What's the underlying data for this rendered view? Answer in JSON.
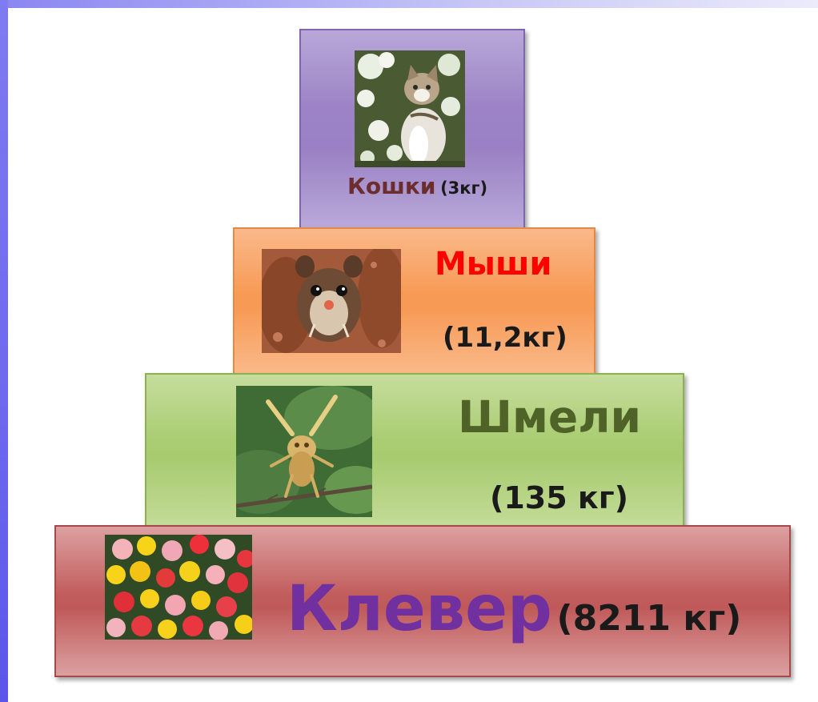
{
  "levels": [
    {
      "name": "Кошки",
      "mass": "(3кг)"
    },
    {
      "name": "Мыши",
      "mass": "(11,2кг)"
    },
    {
      "name": "Шмели",
      "mass": "(135 кг)"
    },
    {
      "name": "Клевер",
      "mass": "(8211 кг)"
    }
  ],
  "colors": {
    "cats_block": "#9c82c6",
    "mice_block": "#f79a55",
    "bees_block": "#a9cc71",
    "clover_block": "#c25d5d",
    "cats_label": "#6b2d2d",
    "mice_label": "#ff0000",
    "bees_label": "#4f6228",
    "clover_label": "#7030a0",
    "mass_text": "#1a1a1a"
  },
  "images": [
    "cat-photo",
    "mouse-photo",
    "bumblebee-photo",
    "clover-flowers-photo"
  ]
}
